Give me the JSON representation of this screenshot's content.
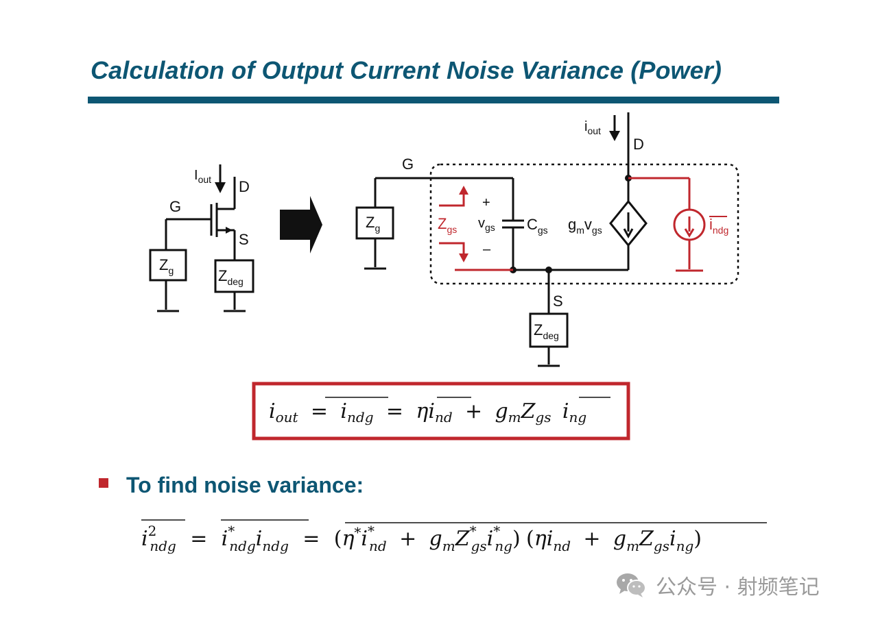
{
  "page": {
    "title": "Calculation of Output Current Noise Variance (Power)",
    "colors": {
      "title": "#0d5673",
      "accent_red": "#c0272d",
      "line": "#111111"
    }
  },
  "left_circuit": {
    "i_out": "I",
    "i_out_sub": "out",
    "drain": "D",
    "gate": "G",
    "source": "S",
    "zg": "Z",
    "zg_sub": "g",
    "zdeg": "Z",
    "zdeg_sub": "deg"
  },
  "arrow": {
    "icon": "right-arrow-icon"
  },
  "right_circuit": {
    "i_out": "i",
    "i_out_sub": "out",
    "drain": "D",
    "gate": "G",
    "source": "S",
    "zg": "Z",
    "zg_sub": "g",
    "zgs": "Z",
    "zgs_sub": "gs",
    "plus": "+",
    "minus": "–",
    "vgs": "v",
    "vgs_sub": "gs",
    "cgs": "C",
    "cgs_sub": "gs",
    "gm": "g",
    "gm_sub": "m",
    "gm_v": "v",
    "gm_v_sub": "gs",
    "indg": "i",
    "indg_sub": "ndg",
    "zdeg": "Z",
    "zdeg_sub": "deg"
  },
  "equation1": {
    "lhs": "i",
    "lhs_sub": "out",
    "eq": "=",
    "t1": "i",
    "t1_sub": "ndg",
    "eta": "η",
    "t2": "i",
    "t2_sub": "nd",
    "plus": "+",
    "gm": "g",
    "gm_sub": "m",
    "z": "Z",
    "z_sub": "gs",
    "t3": "i",
    "t3_sub": "ng"
  },
  "bullet": {
    "text": "To find noise variance:"
  },
  "equation2": {
    "lhs": "i",
    "lhs_sup": "2",
    "lhs_sub": "ndg",
    "eq": "=",
    "a": "i",
    "a_sup": "*",
    "a_sub": "ndg",
    "b": "i",
    "b_sub": "ndg",
    "open": "(",
    "eta": "η",
    "star": "*",
    "c": "i",
    "c_sup": "*",
    "c_sub": "nd",
    "plus": "+",
    "gm": "g",
    "gm_sub": "m",
    "z": "Z",
    "z_sup": "*",
    "z_sub": "gs",
    "d": "i",
    "d_sup": "*",
    "d_sub": "ng",
    "close": ")",
    "open2": "(",
    "eta2": "η",
    "e": "i",
    "e_sub": "nd",
    "plus2": "+",
    "gm2": "g",
    "gm2_sub": "m",
    "z2": "Z",
    "z2_sub": "gs",
    "f": "i",
    "f_sub": "ng",
    "close2": ")"
  },
  "watermark": {
    "text": "公众号 · 射频笔记",
    "icon": "wechat-icon"
  }
}
